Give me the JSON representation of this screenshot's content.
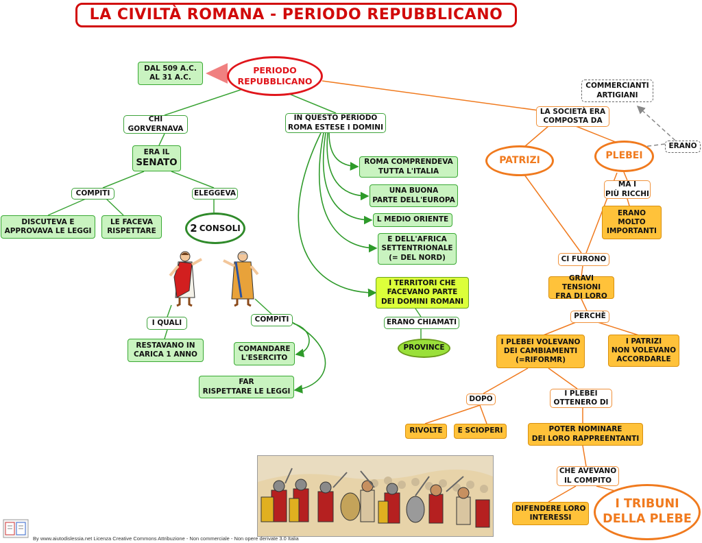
{
  "title": "LA CIVILTÀ ROMANA - PERIODO REPUBBLICANO",
  "colors": {
    "title_red": "#d10a0a",
    "green_border": "#38a832",
    "green_fill": "#c9f3c0",
    "lime_fill": "#dcff3a",
    "orange_fill": "#ffc23a",
    "orange_line": "#f07a1e",
    "arrow_green": "#2e9a2a"
  },
  "nodes": {
    "periodo": "PERIODO\nREPUBBLICANO",
    "dates": "DAL 509 A.C.\nAL 31 A.C.",
    "chi_governava": "CHI\nGORVERNAVA",
    "senato_pre": "ERA IL",
    "senato": "SENATO",
    "compiti_senato": "COMPITI",
    "eleggeva": "ELEGGEVA",
    "discuteva": "DISCUTEVA E\nAPPROVAVA LE LEGGI",
    "faceva": "LE FACEVA\nRISPETTARE",
    "consoli_num": "2",
    "consoli": "CONSOLI",
    "i_quali": "I QUALI",
    "restavano": "RESTAVANO IN\nCARICA  1  ANNO",
    "compiti_consoli": "COMPITI",
    "comandare": "COMANDARE\nL'ESERCITO",
    "far_rispettare": "FAR\nRISPETTARE LE LEGGI",
    "domini": "IN QUESTO PERIODO\nROMA ESTESE I DOMINI",
    "italia": "ROMA COMPRENDEVA\nTUTTA L'ITALIA",
    "europa": "UNA BUONA\nPARTE DELL'EUROPA",
    "medio_oriente": "L MEDIO ORIENTE",
    "africa": "E DELL'AFRICA\nSETTENTRIONALE\n(= DEL NORD)",
    "territori": "I TERRITORI CHE\nFACEVANO PARTE\nDEI DOMINI ROMANI",
    "erano_chiamati": "ERANO CHIAMATI",
    "province": "PROVINCE",
    "societa": "LA SOCIETÀ ERA\nCOMPOSTA DA",
    "commercianti": "COMMERCIANTI\nARTIGIANI",
    "erano": "ERANO",
    "patrizi": "PATRIZI",
    "plebei": "PLEBEI",
    "ma_i_ricchi": "MA I\nPIÙ RICCHI",
    "importanti": "ERANO\nMOLTO\nIMPORTANTI",
    "ci_furono": "CI FURONO",
    "tensioni": "GRAVI  TENSIONI\nFRA DI LORO",
    "perche": "PERCHÈ",
    "plebei_volevano": "I PLEBEI VOLEVANO\nDEI CAMBIAMENTI\n(=RIFORMR)",
    "patrizi_non": "I PATRIZI\nNON VOLEVANO\nACCORDARLE",
    "dopo": "DOPO",
    "rivolte": "RIVOLTE",
    "scioperi": "E SCIOPERI",
    "ottenero": "I PLEBEI\nOTTENERO DI",
    "poter_nominare": "POTER NOMINARE\nDEI LORO RAPPREENTANTI",
    "che_avevano": "CHE AVEVANO\nIL COMPITO",
    "difendere": "DIFENDERE LORO\nINTERESSI",
    "tribuni": "I TRIBUNI\nDELLA PLEBE"
  },
  "footer": "By www.aiutodislessia.net Licenza Creative Commons Attribuzione - Non commerciale - Non opere derivate 3.0 Italia"
}
